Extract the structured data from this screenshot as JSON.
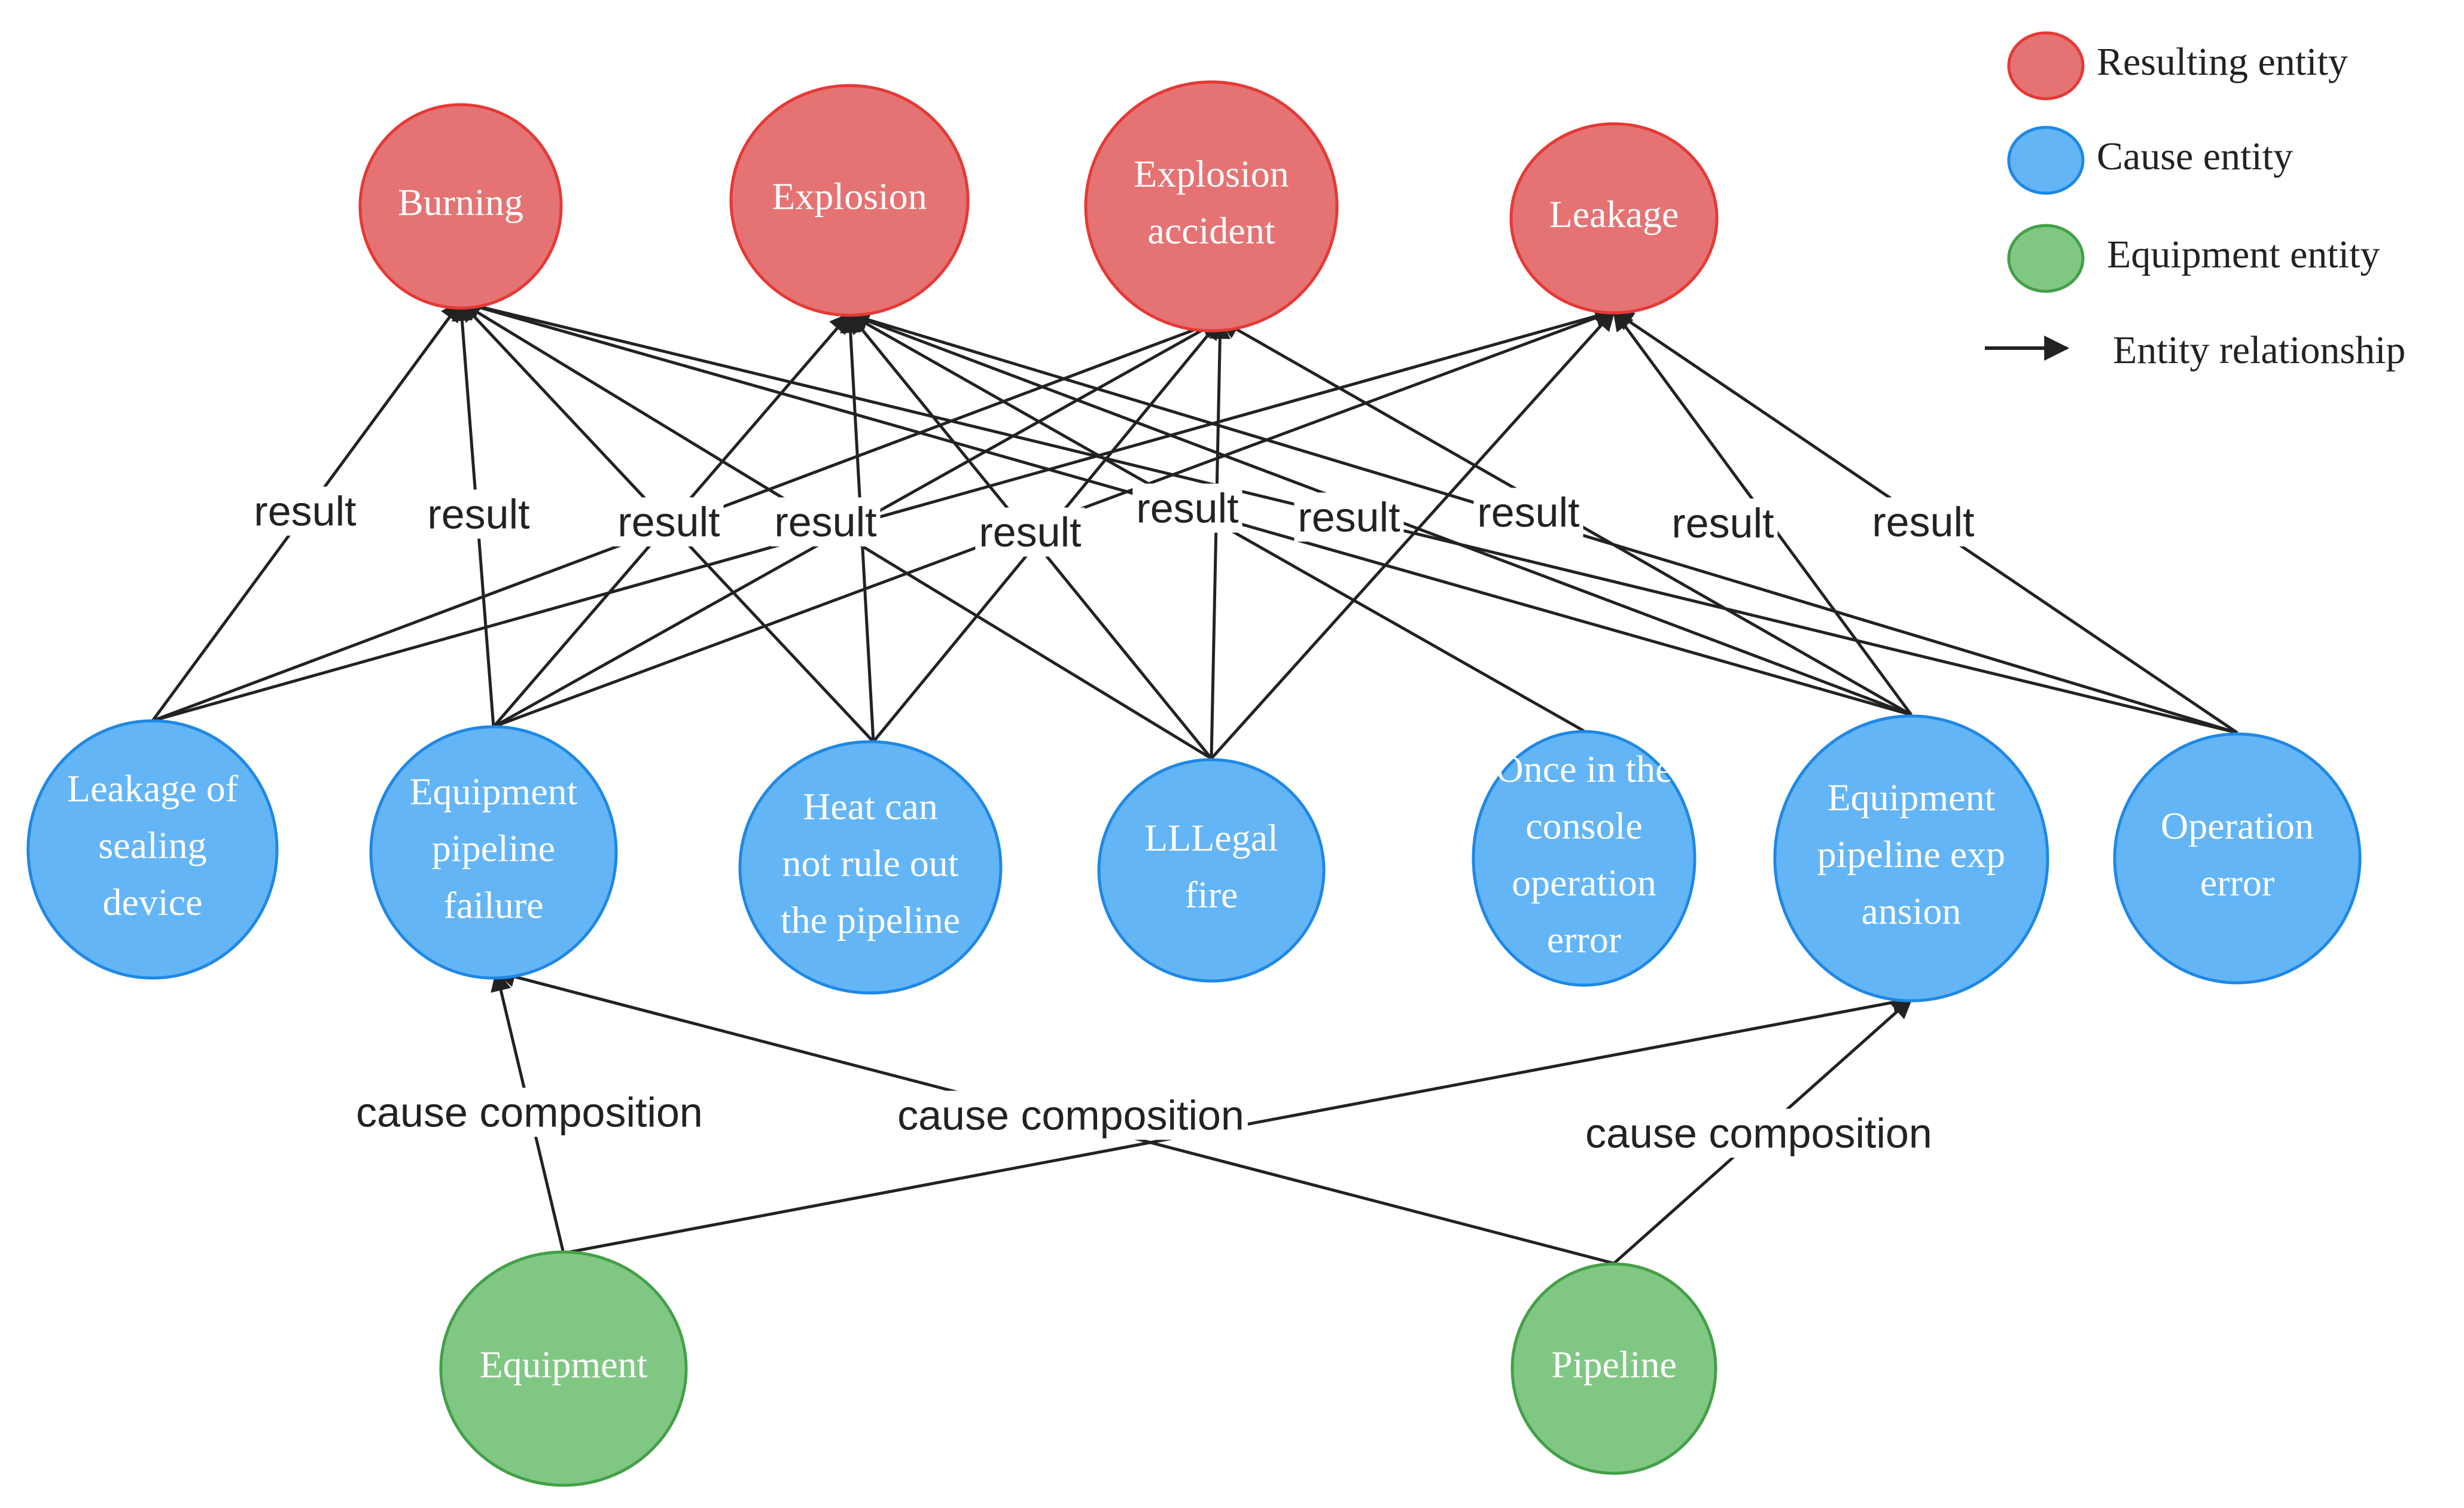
{
  "colors": {
    "result_fill": "#e57373",
    "result_stroke": "#e53935",
    "cause_fill": "#64b5f6",
    "cause_stroke": "#1e88e5",
    "equipment_fill": "#81c784",
    "equipment_stroke": "#43a047",
    "edge": "#222222"
  },
  "legend": {
    "resulting_entity": "Resulting entity",
    "cause_entity": "Cause entity",
    "equipment_entity": "Equipment entity",
    "entity_relationship": "Entity relationship"
  },
  "nodes": [
    {
      "id": "burning",
      "type": "result",
      "label": [
        "Burning"
      ]
    },
    {
      "id": "explosion",
      "type": "result",
      "label": [
        "Explosion"
      ]
    },
    {
      "id": "explosion-accident",
      "type": "result",
      "label": [
        "Explosion",
        "accident"
      ]
    },
    {
      "id": "leakage",
      "type": "result",
      "label": [
        "Leakage"
      ]
    },
    {
      "id": "leakage-sealing",
      "type": "cause",
      "label": [
        "Leakage of",
        "sealing",
        "device"
      ]
    },
    {
      "id": "equipment-pipeline-failure",
      "type": "cause",
      "label": [
        "Equipment",
        "pipeline",
        "failure"
      ]
    },
    {
      "id": "heat-pipeline",
      "type": "cause",
      "label": [
        "Heat can",
        "not rule out",
        "the pipeline"
      ]
    },
    {
      "id": "illegal-fire",
      "type": "cause",
      "label": [
        "LLLegal",
        "fire"
      ]
    },
    {
      "id": "console-error",
      "type": "cause",
      "label": [
        "Once in the",
        "console",
        "operation",
        "error"
      ]
    },
    {
      "id": "pipeline-expansion",
      "type": "cause",
      "label": [
        "Equipment",
        "pipeline  exp",
        "ansion"
      ]
    },
    {
      "id": "operation-error",
      "type": "cause",
      "label": [
        "Operation",
        "error"
      ]
    },
    {
      "id": "equipment",
      "type": "equipment",
      "label": [
        "Equipment"
      ]
    },
    {
      "id": "pipeline",
      "type": "equipment",
      "label": [
        "Pipeline"
      ]
    }
  ],
  "edges": [
    {
      "from": "leakage-sealing",
      "to": "burning"
    },
    {
      "from": "leakage-sealing",
      "to": "explosion-accident"
    },
    {
      "from": "leakage-sealing",
      "to": "leakage"
    },
    {
      "from": "equipment-pipeline-failure",
      "to": "burning"
    },
    {
      "from": "equipment-pipeline-failure",
      "to": "explosion"
    },
    {
      "from": "equipment-pipeline-failure",
      "to": "explosion-accident"
    },
    {
      "from": "equipment-pipeline-failure",
      "to": "leakage"
    },
    {
      "from": "heat-pipeline",
      "to": "burning"
    },
    {
      "from": "heat-pipeline",
      "to": "explosion"
    },
    {
      "from": "heat-pipeline",
      "to": "explosion-accident"
    },
    {
      "from": "illegal-fire",
      "to": "burning"
    },
    {
      "from": "illegal-fire",
      "to": "explosion"
    },
    {
      "from": "illegal-fire",
      "to": "explosion-accident"
    },
    {
      "from": "illegal-fire",
      "to": "leakage"
    },
    {
      "from": "console-error",
      "to": "explosion"
    },
    {
      "from": "pipeline-expansion",
      "to": "burning"
    },
    {
      "from": "pipeline-expansion",
      "to": "explosion"
    },
    {
      "from": "pipeline-expansion",
      "to": "explosion-accident"
    },
    {
      "from": "pipeline-expansion",
      "to": "leakage"
    },
    {
      "from": "operation-error",
      "to": "burning"
    },
    {
      "from": "operation-error",
      "to": "explosion"
    },
    {
      "from": "operation-error",
      "to": "leakage"
    },
    {
      "from": "equipment",
      "to": "equipment-pipeline-failure"
    },
    {
      "from": "equipment",
      "to": "pipeline-expansion"
    },
    {
      "from": "pipeline",
      "to": "equipment-pipeline-failure"
    },
    {
      "from": "pipeline",
      "to": "pipeline-expansion"
    }
  ],
  "edge_labels": [
    {
      "text": "result"
    },
    {
      "text": "result"
    },
    {
      "text": "result"
    },
    {
      "text": "result"
    },
    {
      "text": "result"
    },
    {
      "text": "result"
    },
    {
      "text": "result"
    },
    {
      "text": "result"
    },
    {
      "text": "result"
    },
    {
      "text": "result"
    },
    {
      "text": "cause composition"
    },
    {
      "text": "cause composition"
    },
    {
      "text": "cause composition"
    }
  ]
}
